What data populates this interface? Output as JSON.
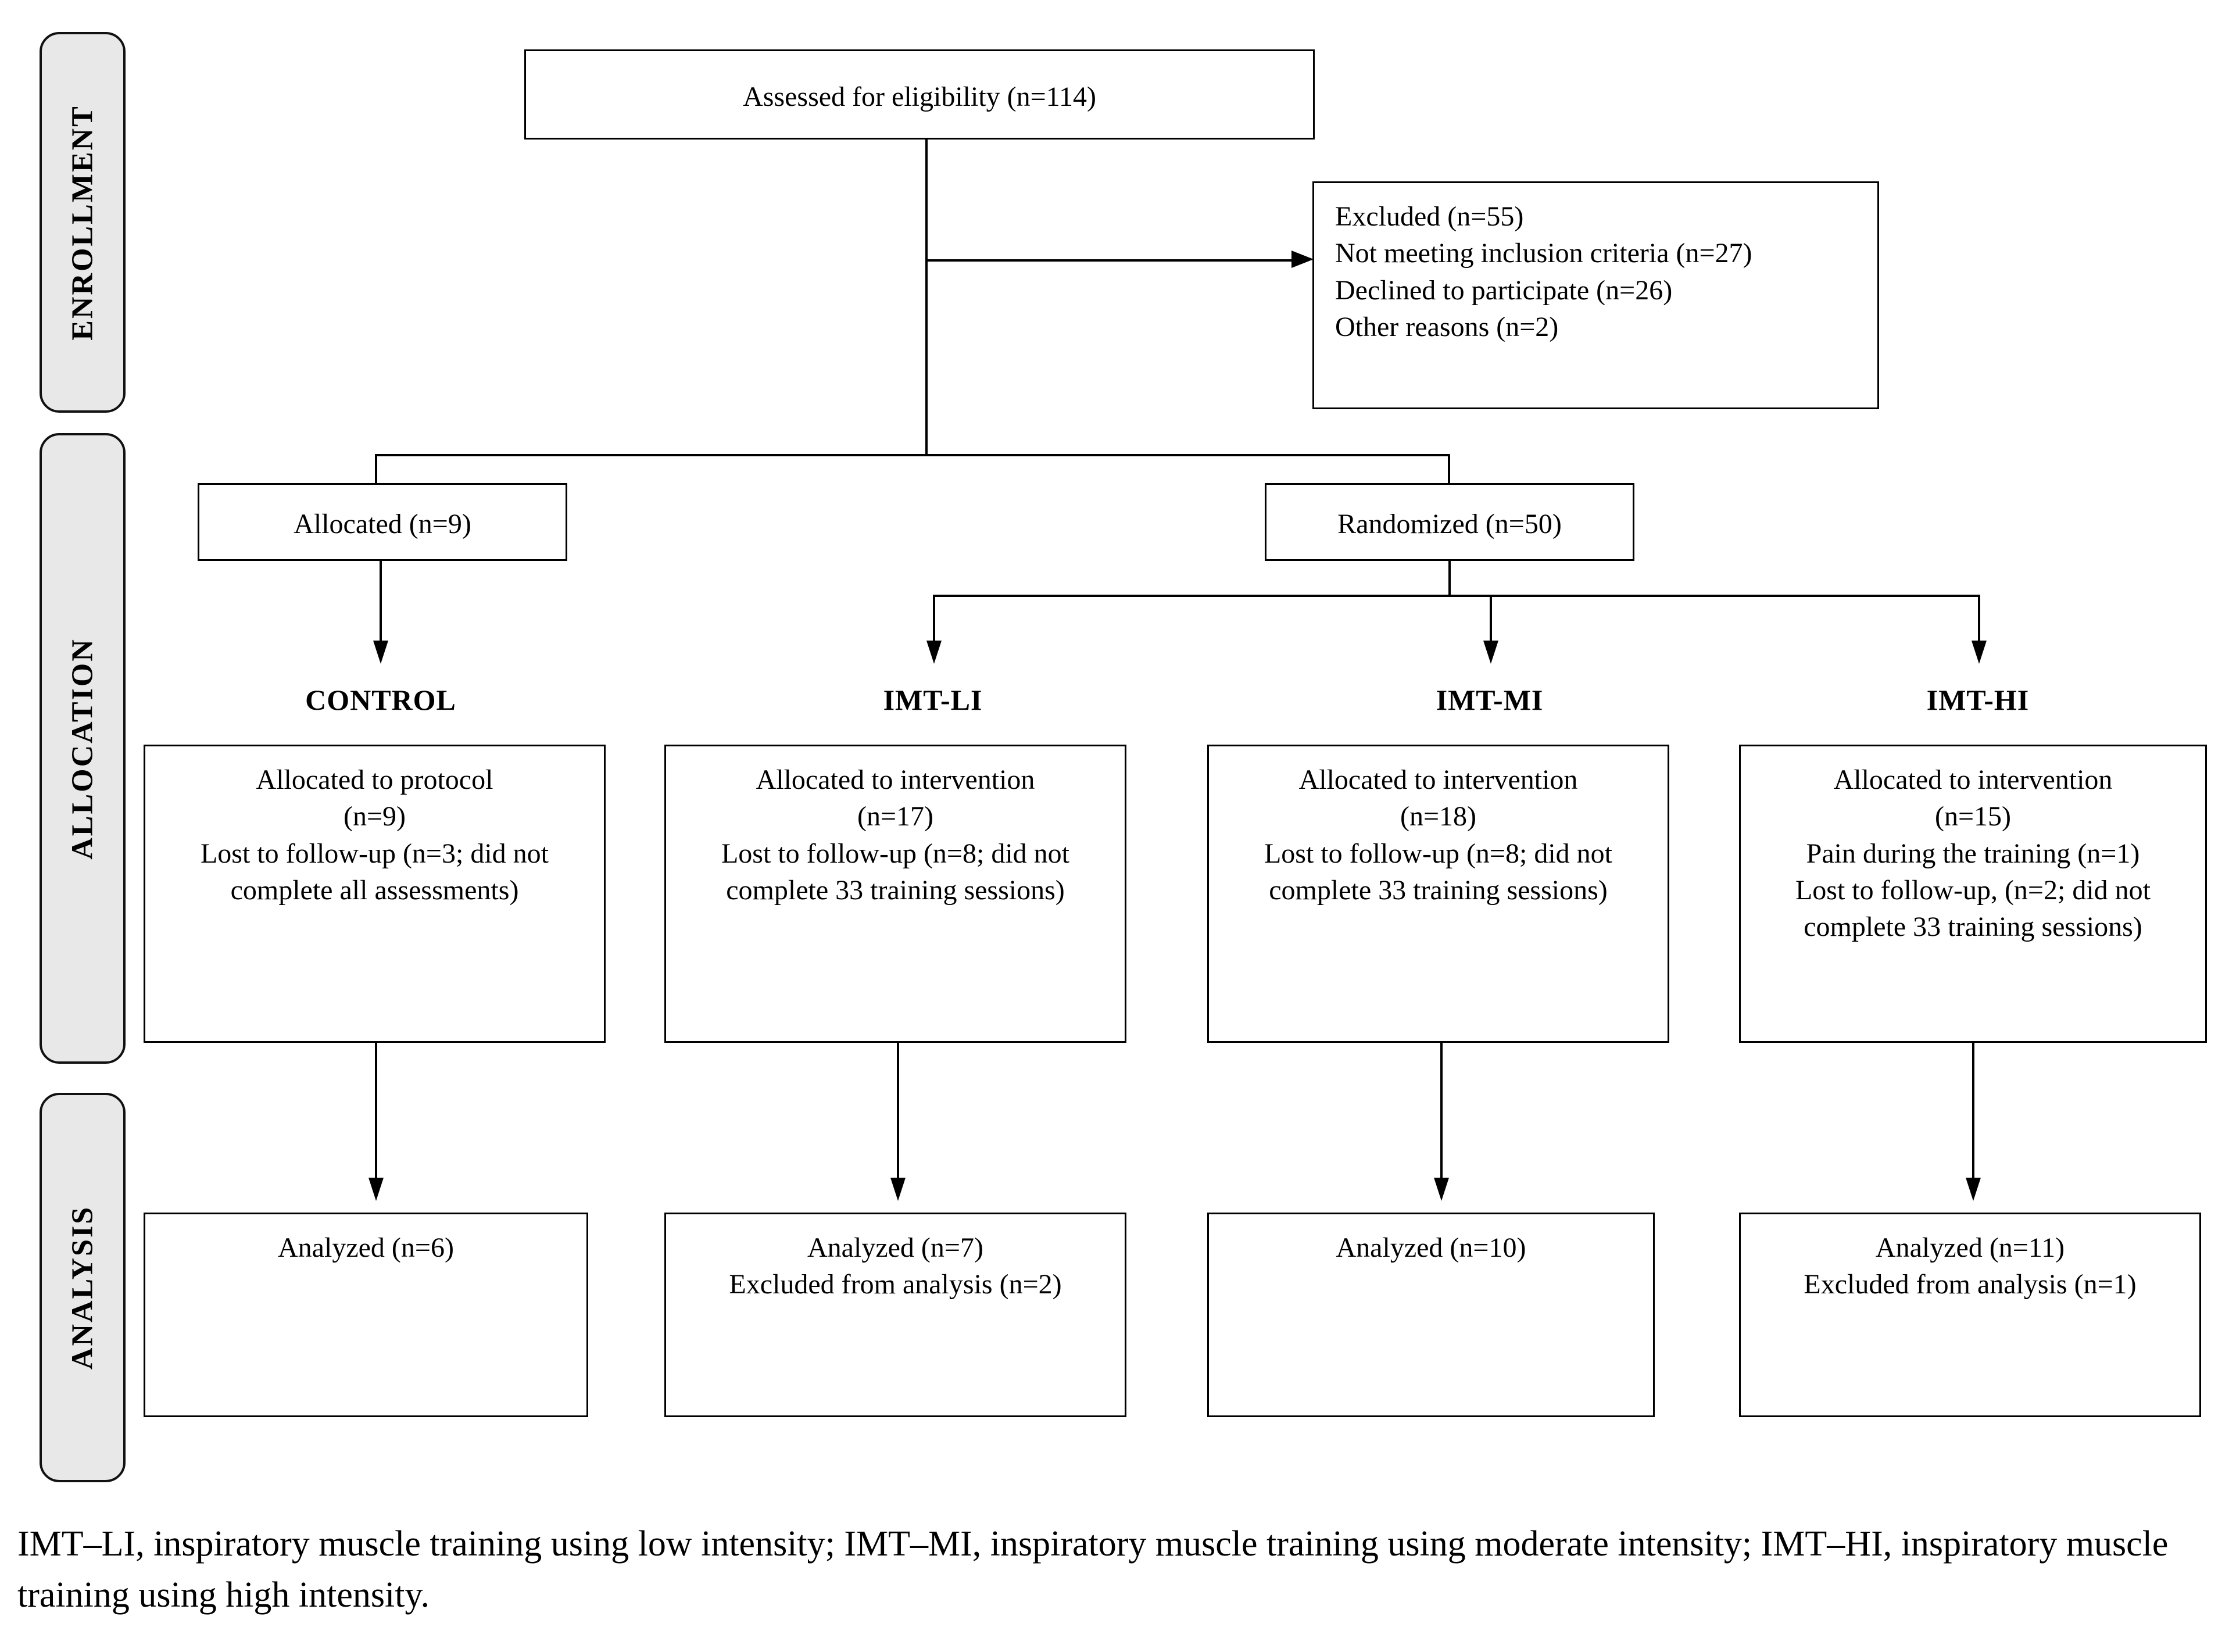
{
  "stages": [
    {
      "label": "ENROLLMENT"
    },
    {
      "label": "ALLOCATION"
    },
    {
      "label": "ANALYSIS"
    }
  ],
  "enrollment": {
    "assessed": {
      "line1": "Assessed for eligibility (n=114)"
    },
    "excluded": {
      "line1": "Excluded (n=55)",
      "line2": "Not meeting inclusion criteria (n=27)",
      "line3": "Declined to participate (n=26)",
      "line4": "Other reasons (n=2)"
    }
  },
  "allocation_top": {
    "allocated": {
      "line1": "Allocated (n=9)"
    },
    "randomized": {
      "line1": "Randomized (n=50)"
    }
  },
  "groups": [
    {
      "header": "CONTROL",
      "allocation": {
        "line1": "Allocated to protocol",
        "line2": "(n=9)",
        "line3": "Lost to follow-up (n=3; did not complete all assessments)"
      },
      "analysis": {
        "line1": "Analyzed (n=6)",
        "line2": ""
      }
    },
    {
      "header": "IMT-LI",
      "allocation": {
        "line1": "Allocated to intervention",
        "line2": "(n=17)",
        "line3": "Lost to follow-up (n=8; did not complete 33 training sessions)"
      },
      "analysis": {
        "line1": "Analyzed (n=7)",
        "line2": "Excluded from analysis (n=2)"
      }
    },
    {
      "header": "IMT-MI",
      "allocation": {
        "line1": "Allocated to intervention",
        "line2": "(n=18)",
        "line3": "Lost to follow-up (n=8; did not complete 33 training sessions)"
      },
      "analysis": {
        "line1": "Analyzed (n=10)",
        "line2": ""
      }
    },
    {
      "header": "IMT-HI",
      "allocation": {
        "line1": "Allocated to intervention",
        "line2": "(n=15)",
        "line3": "Pain during the training (n=1)",
        "line4": "Lost to follow-up, (n=2; did not complete 33 training sessions)"
      },
      "analysis": {
        "line1": "Analyzed (n=11)",
        "line2": "Excluded from analysis (n=1)"
      }
    }
  ],
  "caption": {
    "text": "IMT–LI, inspiratory muscle training using low intensity; IMT–MI, inspiratory muscle training using moderate intensity; IMT–HI, inspiratory muscle training using high intensity."
  },
  "colors": {
    "stage_band_fill": "#e8e8e8",
    "stroke": "#000000",
    "background": "#ffffff"
  }
}
